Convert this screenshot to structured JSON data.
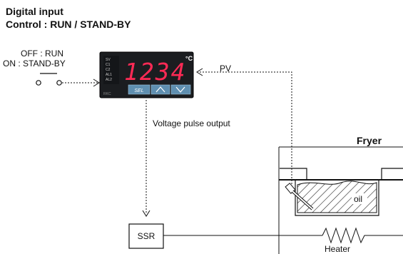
{
  "title": {
    "line1": "Digital input",
    "line2": "Control : RUN / STAND-BY"
  },
  "switch": {
    "off_label": "OFF : RUN",
    "on_label": "ON : STAND-BY"
  },
  "controller": {
    "display_value": "1234",
    "unit": "°C",
    "indicators": [
      "SV",
      "C1",
      "C2",
      "AL1",
      "AL2"
    ],
    "key_label": "SEL",
    "brand": "RKC"
  },
  "labels": {
    "pv": "PV",
    "voltage_output": "Voltage pulse output",
    "fryer": "Fryer",
    "oil": "oil",
    "heater": "Heater",
    "ssr": "SSR"
  },
  "colors": {
    "display_red": "#ff2a55",
    "panel": "#1b1d20",
    "key": "#5f8fb0"
  }
}
